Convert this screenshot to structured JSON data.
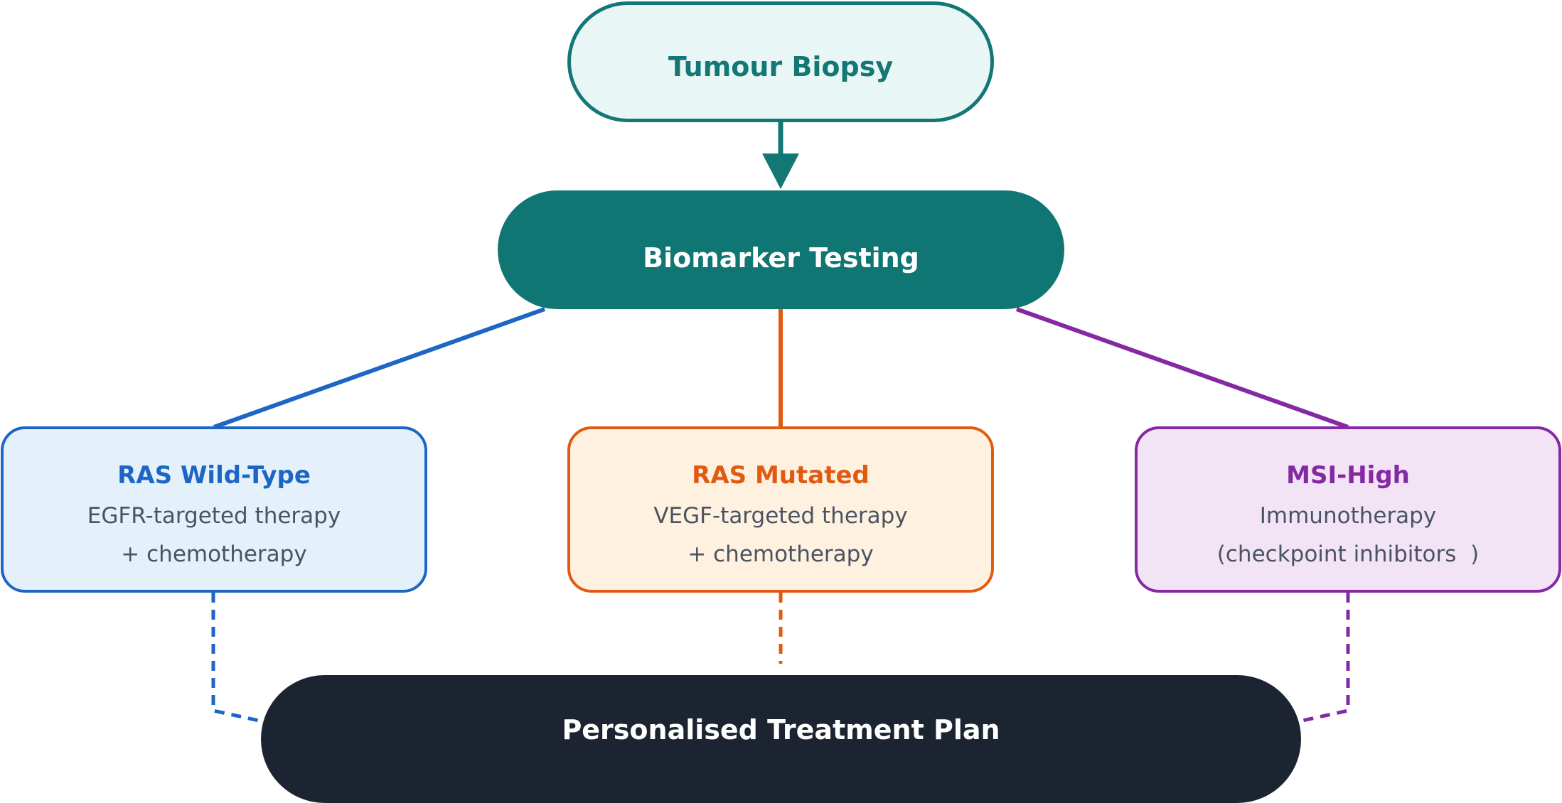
{
  "colors": {
    "teal": "#137776",
    "teal_dark": "#107674",
    "blue": "#1d66c3",
    "orange": "#e05a12",
    "purple": "#8429a3",
    "navy": "#1c2331"
  },
  "nodes": {
    "biopsy": {
      "title": "Tumour Biopsy"
    },
    "testing": {
      "title": "Biomarker Testing"
    },
    "wild_type": {
      "title": "RAS Wild-Type",
      "lines": [
        "EGFR-targeted therapy",
        "+ chemotherapy"
      ]
    },
    "mutated": {
      "title": "RAS Mutated",
      "lines": [
        "VEGF-targeted therapy",
        "+ chemotherapy"
      ]
    },
    "msi_high": {
      "title": "MSI-High",
      "lines": [
        "Immunotherapy",
        "(checkpoint inhibitors  )"
      ]
    },
    "plan": {
      "title": "Personalised Treatment Plan"
    }
  }
}
